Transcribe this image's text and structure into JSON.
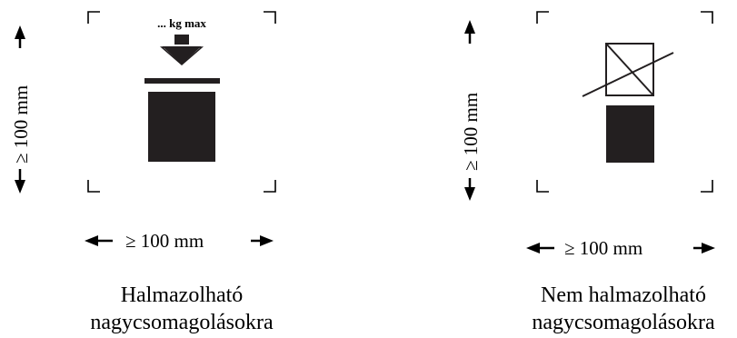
{
  "colors": {
    "ink": "#000000",
    "fill": "#231f20",
    "background": "#ffffff"
  },
  "left_symbol": {
    "name": "stackable",
    "load_label": "... kg max",
    "vertical_dimension": "≥ 100 mm",
    "horizontal_dimension": "≥ 100 mm",
    "caption_line1": "Halmazolható",
    "caption_line2": "nagycsomagolásokra",
    "icons": [
      "down-arrow-icon",
      "package-icon",
      "corner-crop-mark-icon"
    ]
  },
  "right_symbol": {
    "name": "non-stackable",
    "vertical_dimension": "≥ 100 mm",
    "horizontal_dimension": "≥ 100 mm",
    "caption_line1": "Nem halmazolható",
    "caption_line2": "nagycsomagolásokra",
    "icons": [
      "crossed-box-icon",
      "package-icon",
      "corner-crop-mark-icon"
    ]
  }
}
